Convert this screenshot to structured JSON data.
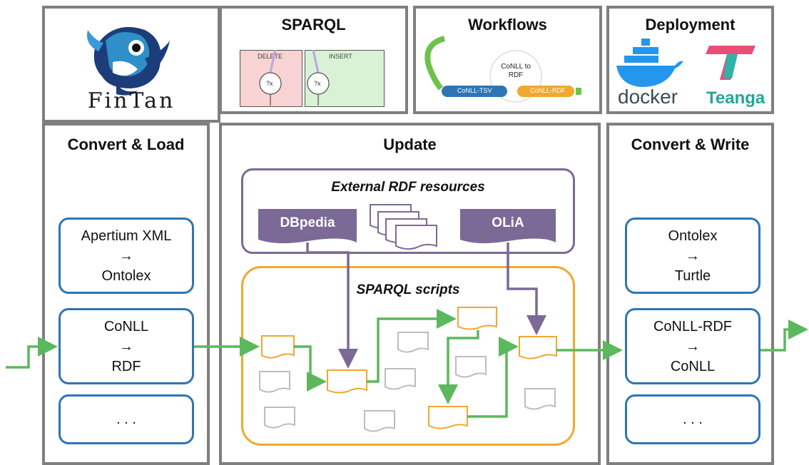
{
  "panels": {
    "sparql_title": "SPARQL",
    "workflows_title": "Workflows",
    "deployment_title": "Deployment",
    "convert_load_title": "Convert & Load",
    "update_title": "Update",
    "convert_write_title": "Convert & Write"
  },
  "logo": {
    "text": "FinTan"
  },
  "sparql_thumb": {
    "delete_label": "DELETE",
    "insert_label": "INSERT",
    "var_label": "?x"
  },
  "workflow_thumb": {
    "center_text": "CoNLL to RDF",
    "left_pill": "CoNLL-TSV",
    "right_pill": "CoNLL-RDF"
  },
  "deployment": {
    "docker_label": "docker",
    "teanga_label": "Teanga"
  },
  "convert_load": {
    "items": [
      {
        "line1": "Apertium XML",
        "arrow": "→",
        "line2": "Ontolex"
      },
      {
        "line1": "CoNLL",
        "arrow": "→",
        "line2": "RDF"
      },
      {
        "line1": ". . .",
        "arrow": "",
        "line2": ""
      }
    ]
  },
  "convert_write": {
    "items": [
      {
        "line1": "Ontolex",
        "arrow": "→",
        "line2": "Turtle"
      },
      {
        "line1": "CoNLL-RDF",
        "arrow": "→",
        "line2": "CoNLL"
      },
      {
        "line1": ". . .",
        "arrow": "",
        "line2": ""
      }
    ]
  },
  "update": {
    "external_title": "External RDF resources",
    "dbpedia_label": "DBpedia",
    "olia_label": "OLiA",
    "scripts_title": "SPARQL scripts"
  },
  "colors": {
    "panel_border": "#7f7f7f",
    "box_blue": "#2e75b6",
    "flow_green": "#5cb85c",
    "script_orange": "#f0a830",
    "resource_purple": "#7b6a95"
  }
}
